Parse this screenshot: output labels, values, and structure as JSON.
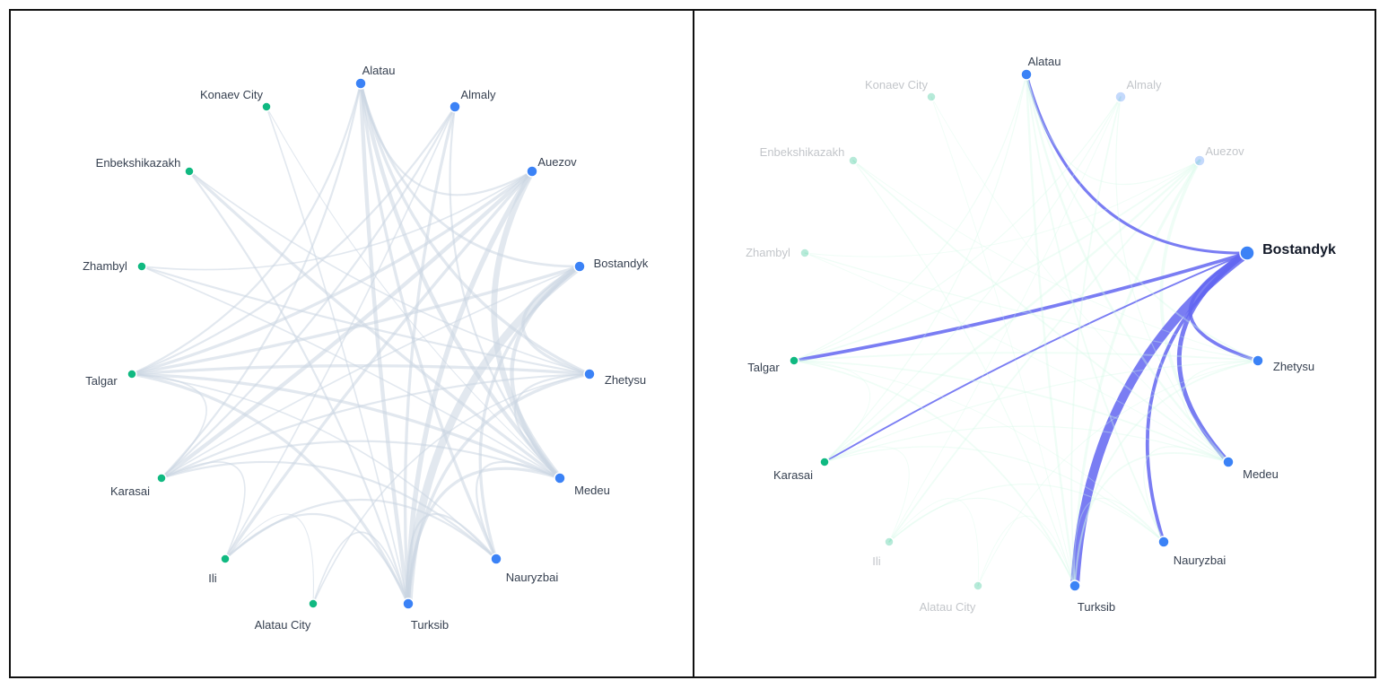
{
  "colors": {
    "city_district": "#3b82f6",
    "region_district": "#10b981",
    "edge_default": "#cbd5e1",
    "edge_highlight": "#6366f1",
    "label": "#374151",
    "label_focus": "#111827"
  },
  "nodes": [
    {
      "id": "alatau",
      "label": "Alatau",
      "group": "city"
    },
    {
      "id": "almaly",
      "label": "Almaly",
      "group": "city"
    },
    {
      "id": "auezov",
      "label": "Auezov",
      "group": "city"
    },
    {
      "id": "bostandyk",
      "label": "Bostandyk",
      "group": "city"
    },
    {
      "id": "zhetysu",
      "label": "Zhetysu",
      "group": "city"
    },
    {
      "id": "medeu",
      "label": "Medeu",
      "group": "city"
    },
    {
      "id": "nauryzbai",
      "label": "Nauryzbai",
      "group": "city"
    },
    {
      "id": "turksib",
      "label": "Turksib",
      "group": "city"
    },
    {
      "id": "alataucity",
      "label": "Alatau City",
      "group": "region"
    },
    {
      "id": "ili",
      "label": "Ili",
      "group": "region"
    },
    {
      "id": "karasai",
      "label": "Karasai",
      "group": "region"
    },
    {
      "id": "talgar",
      "label": "Talgar",
      "group": "region"
    },
    {
      "id": "zhambyl",
      "label": "Zhambyl",
      "group": "region"
    },
    {
      "id": "enbek",
      "label": "Enbekshikazakh",
      "group": "region"
    },
    {
      "id": "konaev",
      "label": "Konaev City",
      "group": "region"
    }
  ],
  "edges": [
    [
      "auezov",
      "medeu",
      6
    ],
    [
      "auezov",
      "turksib",
      5
    ],
    [
      "auezov",
      "karasai",
      4
    ],
    [
      "auezov",
      "ili",
      3
    ],
    [
      "auezov",
      "talgar",
      3
    ],
    [
      "bostandyk",
      "turksib",
      8
    ],
    [
      "bostandyk",
      "medeu",
      4
    ],
    [
      "bostandyk",
      "nauryzbai",
      3
    ],
    [
      "bostandyk",
      "alatau",
      2.5
    ],
    [
      "bostandyk",
      "zhetysu",
      3
    ],
    [
      "bostandyk",
      "talgar",
      3
    ],
    [
      "bostandyk",
      "karasai",
      1.5
    ],
    [
      "alatau",
      "medeu",
      4
    ],
    [
      "alatau",
      "turksib",
      4
    ],
    [
      "alatau",
      "nauryzbai",
      3
    ],
    [
      "alatau",
      "zhetysu",
      3
    ],
    [
      "alatau",
      "karasai",
      2
    ],
    [
      "alatau",
      "talgar",
      2
    ],
    [
      "alatau",
      "auezov",
      2
    ],
    [
      "almaly",
      "turksib",
      3
    ],
    [
      "almaly",
      "karasai",
      2
    ],
    [
      "almaly",
      "medeu",
      2
    ],
    [
      "almaly",
      "talgar",
      2
    ],
    [
      "almaly",
      "ili",
      1.5
    ],
    [
      "zhetysu",
      "talgar",
      3
    ],
    [
      "zhetysu",
      "karasai",
      2
    ],
    [
      "zhetysu",
      "turksib",
      3
    ],
    [
      "zhetysu",
      "medeu",
      2
    ],
    [
      "zhetysu",
      "alataucity",
      1.5
    ],
    [
      "medeu",
      "talgar",
      3
    ],
    [
      "medeu",
      "turksib",
      3
    ],
    [
      "medeu",
      "karasai",
      2
    ],
    [
      "medeu",
      "nauryzbai",
      2
    ],
    [
      "nauryzbai",
      "karasai",
      2
    ],
    [
      "nauryzbai",
      "ili",
      2
    ],
    [
      "nauryzbai",
      "talgar",
      1.5
    ],
    [
      "nauryzbai",
      "turksib",
      2
    ],
    [
      "turksib",
      "talgar",
      3
    ],
    [
      "turksib",
      "ili",
      2
    ],
    [
      "turksib",
      "alataucity",
      1.5
    ],
    [
      "enbek",
      "medeu",
      3
    ],
    [
      "enbek",
      "turksib",
      2
    ],
    [
      "enbek",
      "zhetysu",
      1.5
    ],
    [
      "zhambyl",
      "zhetysu",
      2
    ],
    [
      "zhambyl",
      "medeu",
      1.5
    ],
    [
      "zhambyl",
      "auezov",
      1.5
    ],
    [
      "konaev",
      "turksib",
      1.5
    ],
    [
      "konaev",
      "medeu",
      1
    ],
    [
      "talgar",
      "karasai",
      1.5
    ],
    [
      "karasai",
      "ili",
      1.5
    ],
    [
      "ili",
      "alataucity",
      1
    ]
  ],
  "right_panel": {
    "focus_node": "bostandyk"
  }
}
